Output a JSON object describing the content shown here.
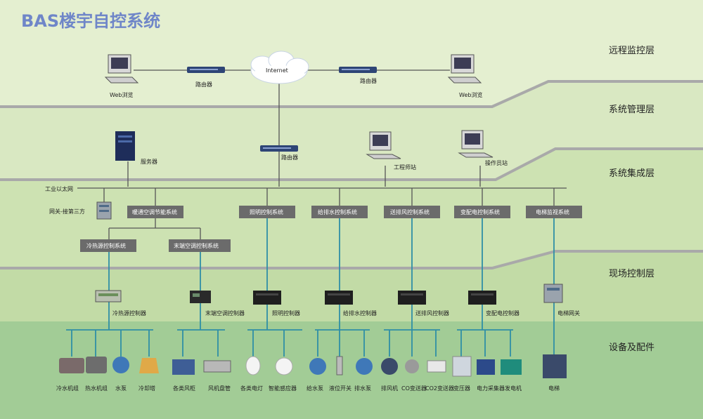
{
  "title": "BAS楼宇自控系统",
  "layers": [
    "远程监控层",
    "系统管理层",
    "系统集成层",
    "现场控制层",
    "设备及配件"
  ],
  "remote": {
    "web_left": "Web浏览",
    "router_left": "路由器",
    "internet": "Internet",
    "router_right": "路由器",
    "web_right": "Web浏览"
  },
  "management": {
    "server": "服务器",
    "router": "路由器",
    "engineer": "工程师站",
    "operator": "操作员站"
  },
  "integration": {
    "ethernet": "工业以太网",
    "gateway": "网关-接第三方"
  },
  "systems": [
    "暖通空调节能系统",
    "照明控制系统",
    "给排水控制系统",
    "送排风控制系统",
    "变配电控制系统",
    "电梯监视系统"
  ],
  "subsystems": [
    "冷热源控制系统",
    "末端空调控制系统"
  ],
  "controllers": [
    "冷热源控制器",
    "末端空调控制器",
    "照明控制器",
    "给排水控制器",
    "送排风控制器",
    "变配电控制器",
    "电梯网关"
  ],
  "devices": [
    "冷水机组",
    "热水机组",
    "水泵",
    "冷却塔",
    "各类风柜",
    "风机盘管",
    "各类电灯",
    "智能感应器",
    "给水泵",
    "液位开关",
    "排水泵",
    "排风机",
    "CO变送器",
    "CO2变送器",
    "变压器",
    "电力采集器",
    "发电机",
    "电梯"
  ],
  "colors": {
    "title": "#6f86c8",
    "band_light": "#e4efd0",
    "band_mid": "#d6e6bd",
    "band_dark": "#c4dca8",
    "band_bottom": "#9fca94",
    "system_box": "#6b6b6b",
    "field_bus": "#2f8fa6"
  }
}
